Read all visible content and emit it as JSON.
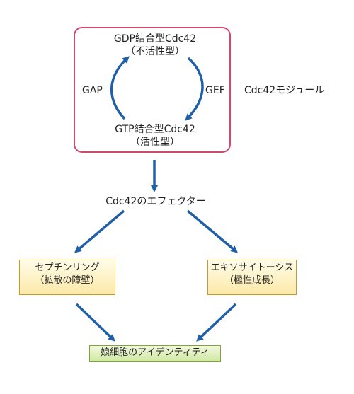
{
  "module": {
    "gdp_line1": "GDP結合型Cdc42",
    "gdp_line2": "（不活性型）",
    "gtp_line1": "GTP結合型Cdc42",
    "gtp_line2": "（活性型）",
    "gap": "GAP",
    "gef": "GEF",
    "module_label": "Cdc42モジュール"
  },
  "effector": "Cdc42のエフェクター",
  "septin": {
    "line1": "セプチンリング",
    "line2": "（拡散の障壁）"
  },
  "exocytosis": {
    "line1": "エキソサイトーシス",
    "line2": "（極性成長）"
  },
  "daughter": "娘細胞のアイデンティティ",
  "colors": {
    "arrow": "#1f5fa8",
    "module_border": "#d1486f",
    "yellow_border": "#c79a24",
    "green_border": "#7fa53a"
  }
}
